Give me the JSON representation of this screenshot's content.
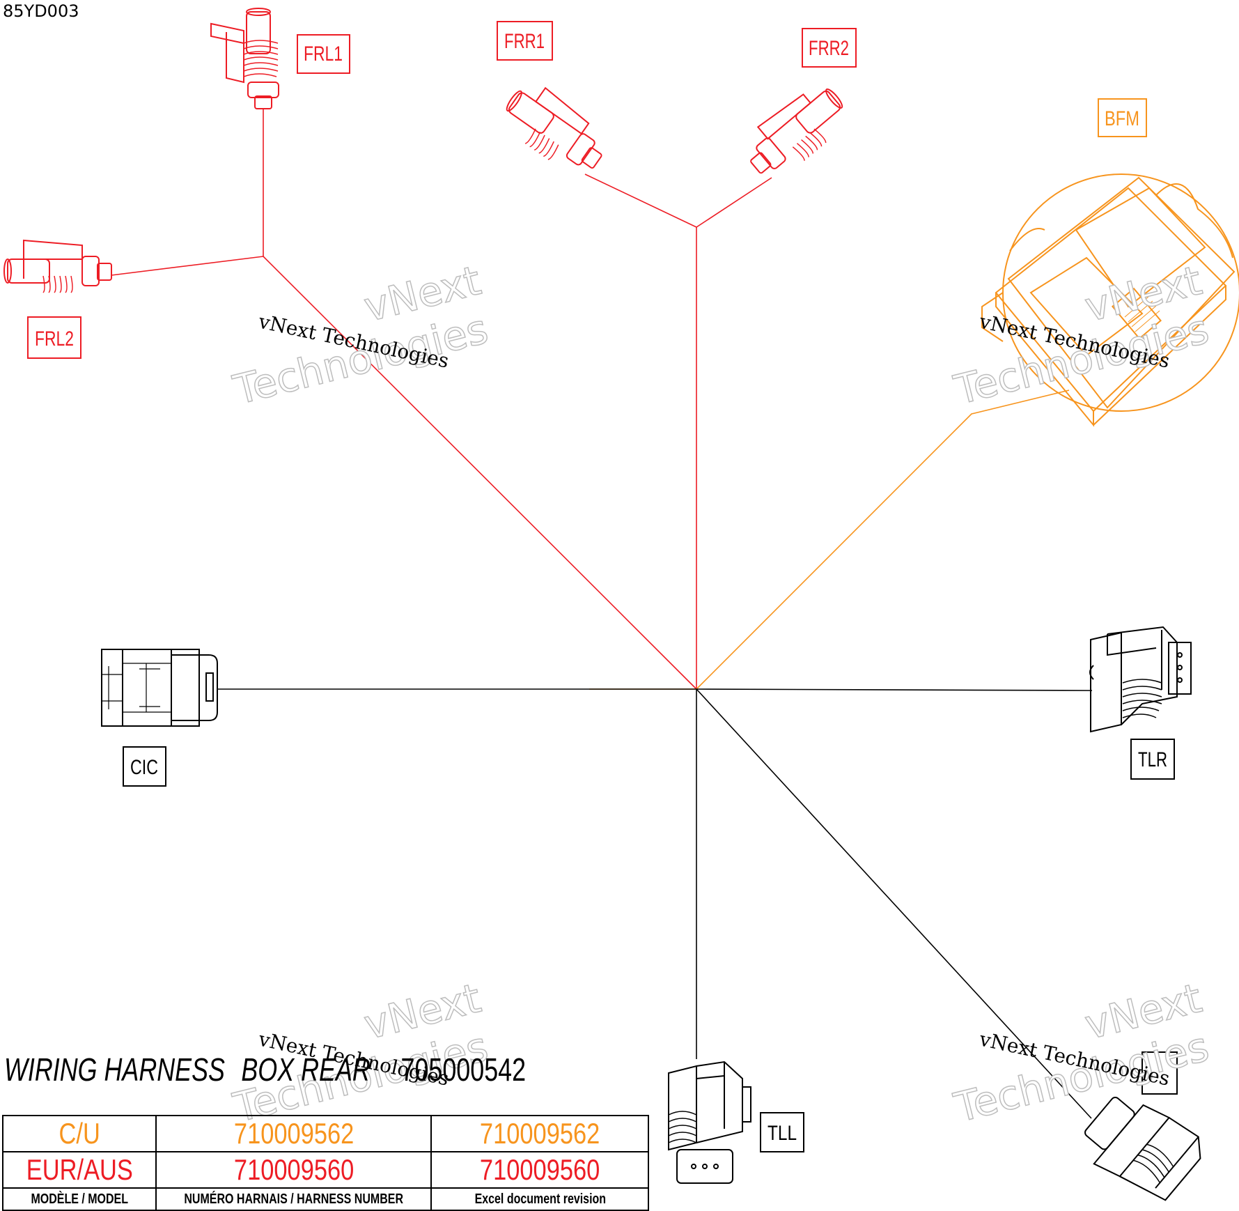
{
  "document_id": "85YD003",
  "title": {
    "part1": "WIRING HARNESS",
    "part2": "BOX REAR",
    "part3": "705000542"
  },
  "watermark": {
    "line1": "vNext",
    "line2": "Technologies",
    "small": "vNext Technologies"
  },
  "colors": {
    "red": "#ed1c24",
    "orange": "#f7941d",
    "black": "#000000"
  },
  "connectors": [
    {
      "id": "FRL1",
      "label": "FRL1",
      "color": "red"
    },
    {
      "id": "FRL2",
      "label": "FRL2",
      "color": "red"
    },
    {
      "id": "FRR1",
      "label": "FRR1",
      "color": "red"
    },
    {
      "id": "FRR2",
      "label": "FRR2",
      "color": "red"
    },
    {
      "id": "BFM",
      "label": "BFM",
      "color": "orange"
    },
    {
      "id": "CIC",
      "label": "CIC",
      "color": "black"
    },
    {
      "id": "TLR",
      "label": "TLR",
      "color": "black"
    },
    {
      "id": "TLL",
      "label": "TLL",
      "color": "black"
    },
    {
      "id": "TRR",
      "label": "",
      "color": "black"
    }
  ],
  "table": {
    "rows": [
      {
        "model": "C/U",
        "harness": "710009562",
        "revision": "710009562",
        "color": "orange"
      },
      {
        "model": "EUR/AUS",
        "harness": "710009560",
        "revision": "710009560",
        "color": "red"
      }
    ],
    "header": {
      "model": "MODÈLE / MODEL",
      "harness": "NUMÉRO HARNAIS / HARNESS NUMBER",
      "revision": "Excel document revision"
    }
  }
}
